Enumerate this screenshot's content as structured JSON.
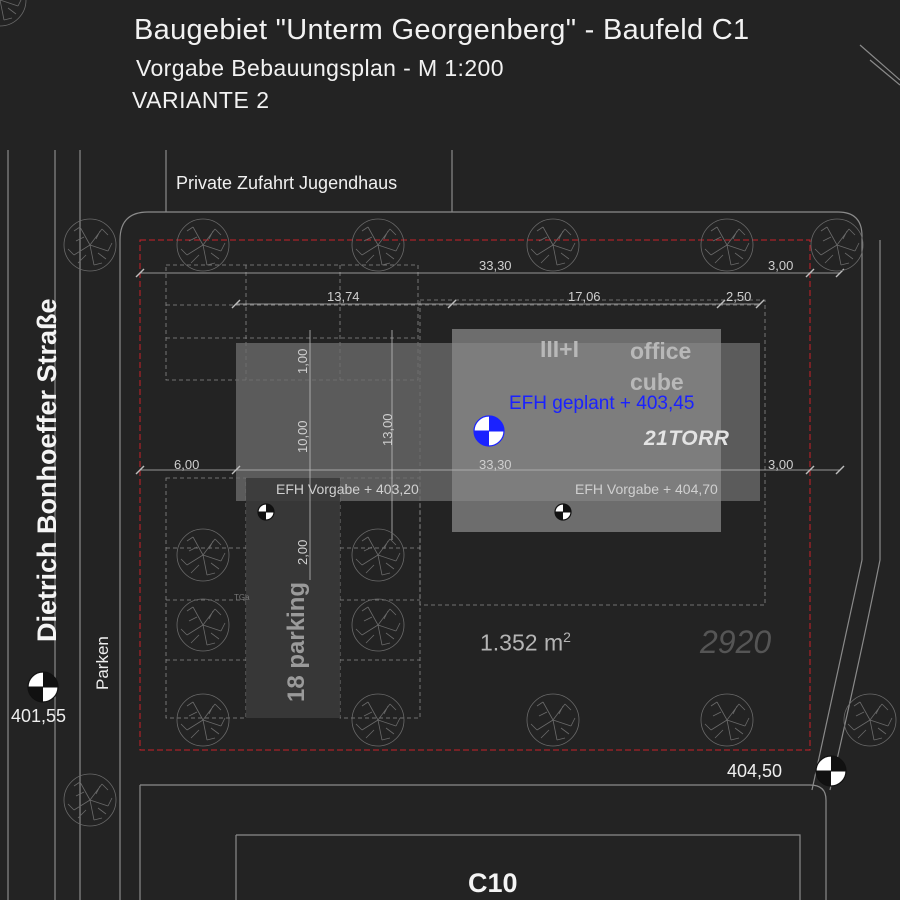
{
  "title": "Baugebiet \"Unterm Georgenberg\" - Baufeld C1",
  "subtitle": "Vorgabe Bebauungsplan - M 1:200",
  "variant": "VARIANTE 2",
  "labels": {
    "access_road": "Private Zufahrt Jugendhaus",
    "street": "Dietrich Bonhoeffer Straße",
    "parken": "Parken",
    "parking": "18 parking",
    "floors": "III+I",
    "office": "office\ncube",
    "efh_planned": "EFH geplant + 403,45",
    "brand": "21TORR",
    "efh_spec_left": "EFH Vorgabe + 403,20",
    "efh_spec_right": "EFH Vorgabe + 404,70",
    "area_value": "1.352 m",
    "area_unit_exp": "2",
    "plot_number": "2920",
    "neighbour_field": "C10",
    "tga": "TGa"
  },
  "dimensions": {
    "top_total": "33,30",
    "top_right_setback": "3,00",
    "seg_left": "13,74",
    "seg_mid": "17,06",
    "seg_right": "2,50",
    "left_setback": "6,00",
    "mid_total": "33,30",
    "mid_right_setback": "3,00",
    "v_1": "1,00",
    "v_10": "10,00",
    "v_13": "13,00",
    "v_2": "2,00"
  },
  "elevations": {
    "left": "401,55",
    "right": "404,50"
  },
  "colors": {
    "background": "#232323",
    "plot_line": "#c8202a",
    "efh_planned": "#1a22ff",
    "building_fill": "#6b6b6b"
  }
}
